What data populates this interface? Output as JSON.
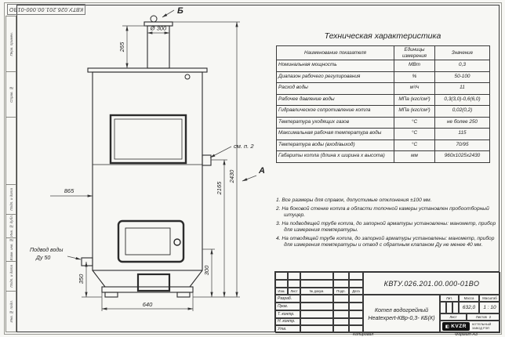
{
  "sheet": {
    "rotated_doc_number": "КВТУ.026.201.00.000-01ВО",
    "copied_label": "Копировал",
    "format_label": "Формат А3"
  },
  "left_strip": {
    "boxes": [
      "Перв. примен.",
      "Справ. №",
      "Подп. и дата",
      "Инв. № дубл.",
      "Взам. инв. №",
      "Подп. и дата",
      "Инв. № подл."
    ]
  },
  "drawing": {
    "labels": {
      "view_b": "Б",
      "view_a": "А",
      "see_note": "см. п. 2",
      "inlet_line1": "Подвод воды",
      "inlet_line2": "Ду 50"
    },
    "dims": {
      "diameter": "Ø 300",
      "chimney": "265",
      "width": "865",
      "height_total": "2430",
      "height_outlet": "2165",
      "inlet_height": "350",
      "base_height": "300",
      "base_width": "640"
    }
  },
  "spec_table": {
    "title": "Техническая характеристика",
    "headers": [
      "Наименование показателя",
      "Единицы измерения",
      "Значение"
    ],
    "rows": [
      [
        "Номинальная мощность",
        "МВт",
        "0,3"
      ],
      [
        "Диапазон рабочего регулирования",
        "%",
        "50-100"
      ],
      [
        "Расход воды",
        "м³/ч",
        "11"
      ],
      [
        "Рабочее давление воды",
        "МПа (кгс/см²)",
        "0,3(3,0)-0,6(6,0)"
      ],
      [
        "Гидравлическое сопротивление котла",
        "МПа (кгс/см²)",
        "0,02(0,2)"
      ],
      [
        "Температура уходящих газов",
        "°С",
        "не более 250"
      ],
      [
        "Максимальная рабочая температура воды",
        "°С",
        "115"
      ],
      [
        "Температура воды (вход/выход)",
        "°С",
        "70/95"
      ],
      [
        "Габариты котла (длина х ширина х высота)",
        "мм",
        "960х1025х2430"
      ]
    ]
  },
  "notes": [
    "1.  Все размеры для справок, допустимые отклонения ±100 мм.",
    "2.  На боковой стенке котла в области топочной камеры установлен пробоотборный штуцер.",
    "3.  На подводящей трубе котла, до запорной арматуры установлены: манометр, прибор для измерения температуры.",
    "4.  На отводящей трубе котла, до запорной арматуры установлены: манометр, прибор для измерения температуры и отвод с обратным клапаном Ду не менее 40 мм."
  ],
  "title_block": {
    "doc_number": "КВТУ.026.201.00.000-01ВО",
    "header_cells": [
      "Изм.",
      "Лист",
      "№ докум.",
      "Подп.",
      "Дата"
    ],
    "role_rows": [
      "Разраб.",
      "Пров.",
      "Т. контр.",
      "Н. контр.",
      "Утв."
    ],
    "product_name_line1": "Котел водогрейный",
    "product_name_line2": "Heatexpert-КВр-0,3- КБ(К)",
    "lit_label": "Лит.",
    "mass_label": "Масса",
    "mass_value": "632,0",
    "scale_label": "Масштаб",
    "scale_value": "1 : 10",
    "sheet_label": "Лист",
    "sheets_label": "Листов",
    "sheets_value": "2",
    "company_logo": "KVZR",
    "company_name_line1": "КОТЕЛЬНЫЙ",
    "company_name_line2": "ЗАВОД РЭП"
  }
}
